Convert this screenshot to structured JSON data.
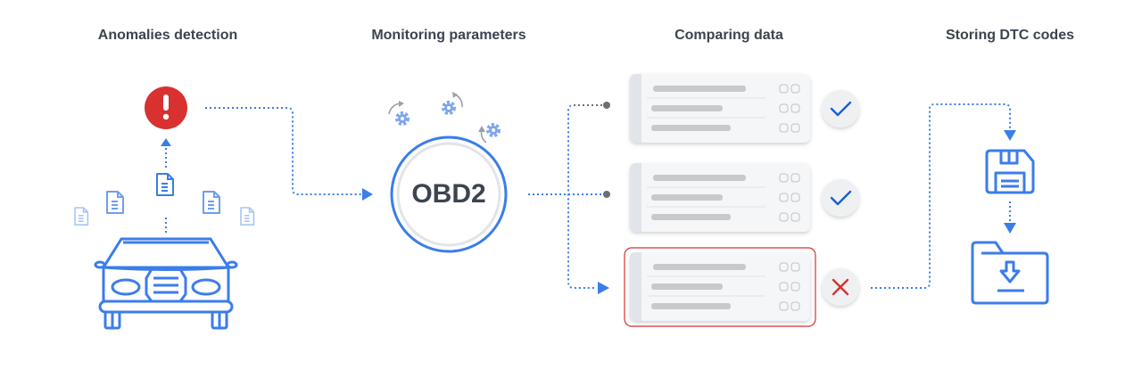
{
  "steps": [
    {
      "title": "Anomalies detection"
    },
    {
      "title": "Monitoring parameters"
    },
    {
      "title": "Comparing data"
    },
    {
      "title": "Storing DTC codes"
    }
  ],
  "hub": {
    "label": "OBD2"
  },
  "records": [
    {
      "status": "pass",
      "status_icon": "check-icon"
    },
    {
      "status": "pass",
      "status_icon": "check-icon"
    },
    {
      "status": "fail",
      "status_icon": "cross-icon"
    }
  ],
  "colors": {
    "accent": "#3b7de9",
    "alert": "#d93030",
    "text": "#3c4450",
    "gear": "#7ea6ec",
    "connector_gray": "#6b6f75"
  }
}
